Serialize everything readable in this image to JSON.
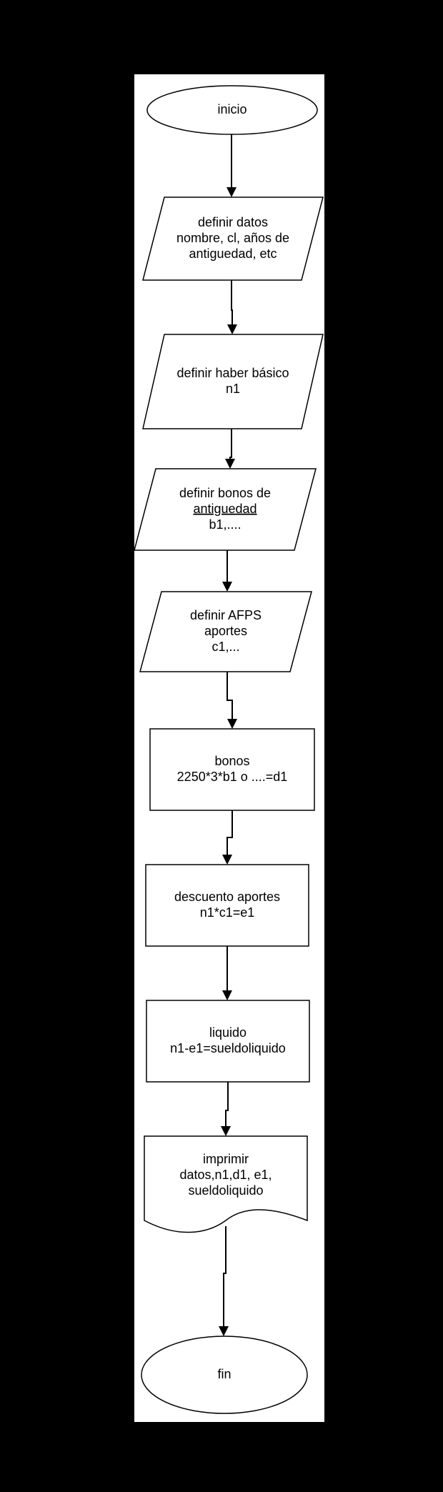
{
  "diagram": {
    "nodes": [
      {
        "id": "inicio",
        "shape": "ellipse",
        "lines": [
          "inicio"
        ]
      },
      {
        "id": "datos",
        "shape": "parallelogram",
        "lines": [
          "definir datos",
          "nombre, cl, años de",
          "antiguedad, etc"
        ]
      },
      {
        "id": "haber",
        "shape": "parallelogram",
        "lines": [
          "definir haber básico",
          "n1"
        ]
      },
      {
        "id": "bonos-antig",
        "shape": "parallelogram",
        "lines": [
          "definir bonos de",
          "antiguedad",
          "b1,...."
        ]
      },
      {
        "id": "afps",
        "shape": "parallelogram",
        "lines": [
          "definir AFPS",
          "aportes",
          "c1,..."
        ]
      },
      {
        "id": "bonos",
        "shape": "rectangle",
        "lines": [
          "bonos",
          "2250*3*b1 o ....=d1"
        ]
      },
      {
        "id": "descuento",
        "shape": "rectangle",
        "lines": [
          "descuento aportes",
          "n1*c1=e1"
        ]
      },
      {
        "id": "liquido",
        "shape": "rectangle",
        "lines": [
          "liquido",
          "n1-e1=sueldoliquido"
        ]
      },
      {
        "id": "imprimir",
        "shape": "document",
        "lines": [
          "imprimir",
          "datos,n1,d1, e1,",
          "sueldoliquido"
        ]
      },
      {
        "id": "fin",
        "shape": "ellipse",
        "lines": [
          "fin"
        ]
      }
    ],
    "edges": [
      {
        "from": "inicio",
        "to": "datos"
      },
      {
        "from": "datos",
        "to": "haber"
      },
      {
        "from": "haber",
        "to": "bonos-antig"
      },
      {
        "from": "bonos-antig",
        "to": "afps"
      },
      {
        "from": "afps",
        "to": "bonos"
      },
      {
        "from": "bonos",
        "to": "descuento"
      },
      {
        "from": "descuento",
        "to": "liquido"
      },
      {
        "from": "liquido",
        "to": "imprimir"
      },
      {
        "from": "imprimir",
        "to": "fin"
      }
    ]
  }
}
